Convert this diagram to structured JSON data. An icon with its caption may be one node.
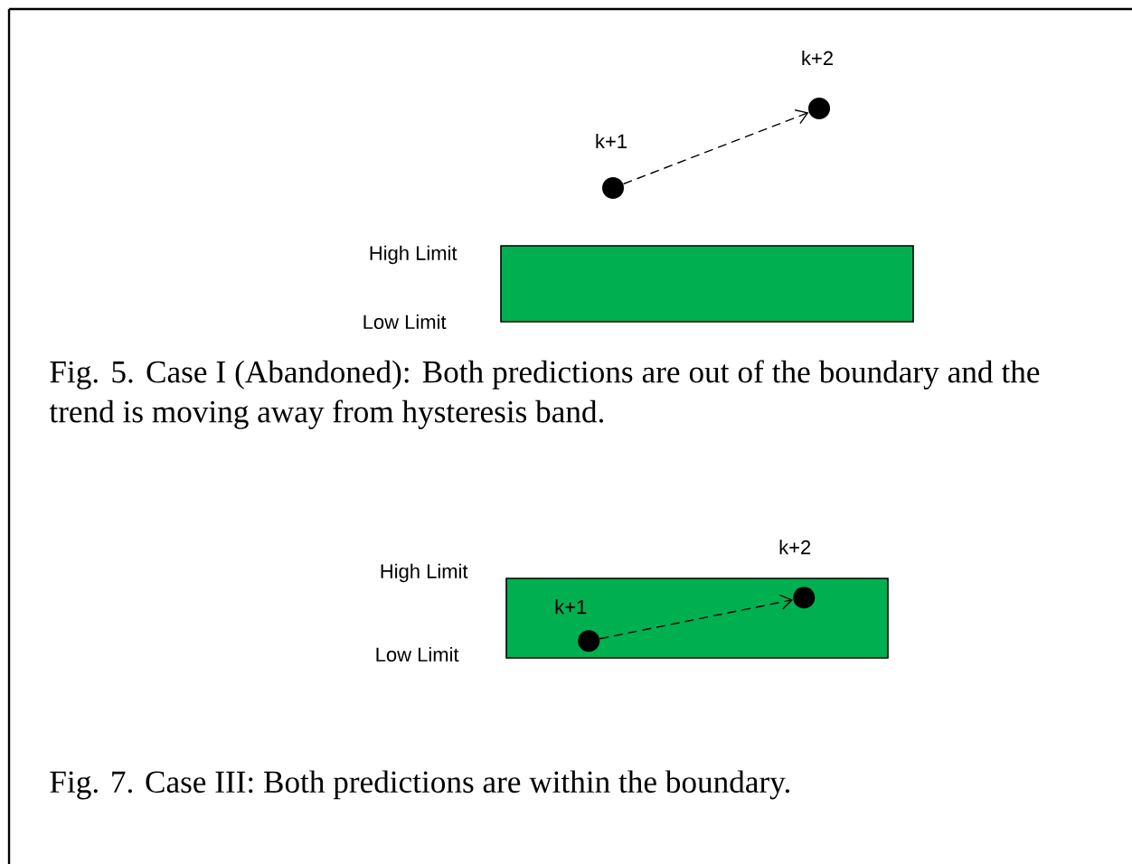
{
  "diagram": {
    "nodes": [
      {
        "text": [],
        "shape": "box",
        "beside": [
          "High Limit",
          "Low Limit"
        ]
      },
      {
        "text": [],
        "shape": "circle",
        "beside": [
          "k+1"
        ]
      },
      {
        "text": [],
        "shape": "circle",
        "beside": [
          "k+2"
        ]
      },
      {
        "text": [],
        "shape": "box",
        "beside": [
          "High Limit",
          "Low Limit"
        ]
      },
      {
        "text": [],
        "shape": "circle",
        "beside": [
          "k+1"
        ],
        "in": 3
      },
      {
        "text": [],
        "shape": "circle",
        "beside": [
          "k+2"
        ],
        "in": 3
      }
    ],
    "edges": [
      {
        "from": 1,
        "to": 2,
        "arrow": "to",
        "style": "dashed"
      },
      {
        "from": 4,
        "to": 5,
        "arrow": "to",
        "style": "dashed"
      }
    ],
    "labels": [
      "Fig. 5. Case I (Abandoned): Both predictions are out of the boundary and the trend is moving away from hysteresis band.",
      "Fig. 7. Case III: Both predictions are within the boundary."
    ]
  }
}
